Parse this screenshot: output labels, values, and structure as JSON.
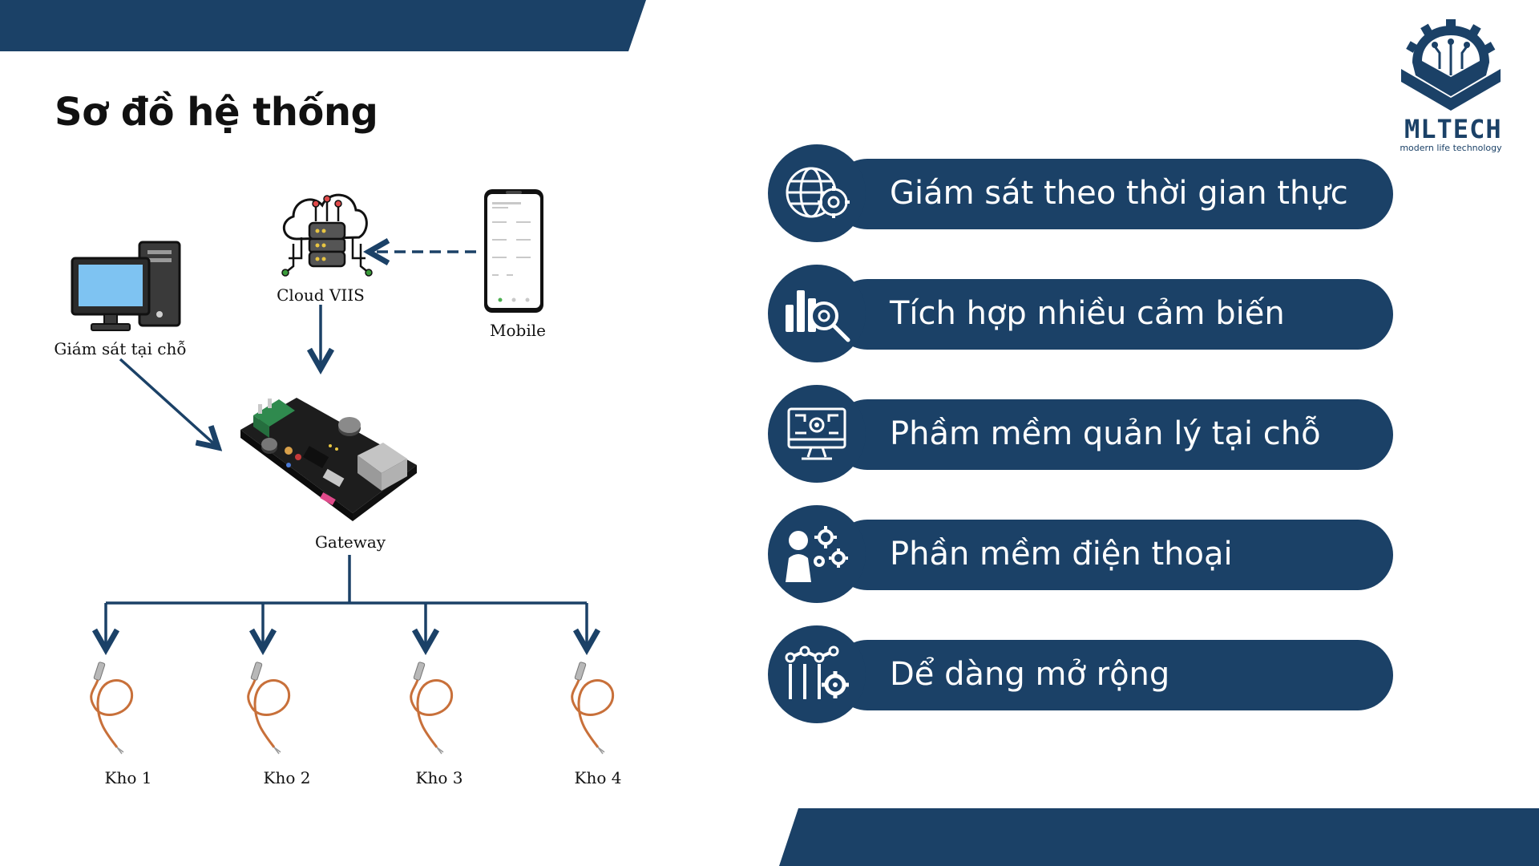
{
  "title": "Sơ đồ hệ thống",
  "colors": {
    "brand": "#1b4167",
    "wire": "#c8703a"
  },
  "logo": {
    "name": "MLTECH",
    "tagline": "modern life technology",
    "icon": "chip-gear-logo"
  },
  "diagram": {
    "nodes": {
      "cloud": {
        "label": "Cloud VIIS",
        "icon": "cloud-database-icon"
      },
      "mobile": {
        "label": "Mobile",
        "icon": "smartphone-icon"
      },
      "local": {
        "label": "Giám sát tại chỗ",
        "icon": "desktop-computer-icon"
      },
      "gateway": {
        "label": "Gateway",
        "icon": "circuit-board-icon"
      }
    },
    "sensors": [
      {
        "label": "Kho 1",
        "icon": "temperature-probe-icon"
      },
      {
        "label": "Kho 2",
        "icon": "temperature-probe-icon"
      },
      {
        "label": "Kho 3",
        "icon": "temperature-probe-icon"
      },
      {
        "label": "Kho 4",
        "icon": "temperature-probe-icon"
      }
    ]
  },
  "features": [
    {
      "label": "Giám sát theo thời gian thực",
      "icon": "globe-gear-icon"
    },
    {
      "label": "Tích hợp nhiều cảm biến",
      "icon": "chart-magnifier-icon"
    },
    {
      "label": "Phầm mềm quản lý tại chỗ",
      "icon": "monitor-gear-icon"
    },
    {
      "label": "Phần mềm điện thoại",
      "icon": "person-gears-icon"
    },
    {
      "label": "Dể dàng mở rộng",
      "icon": "sliders-gear-icon"
    }
  ]
}
